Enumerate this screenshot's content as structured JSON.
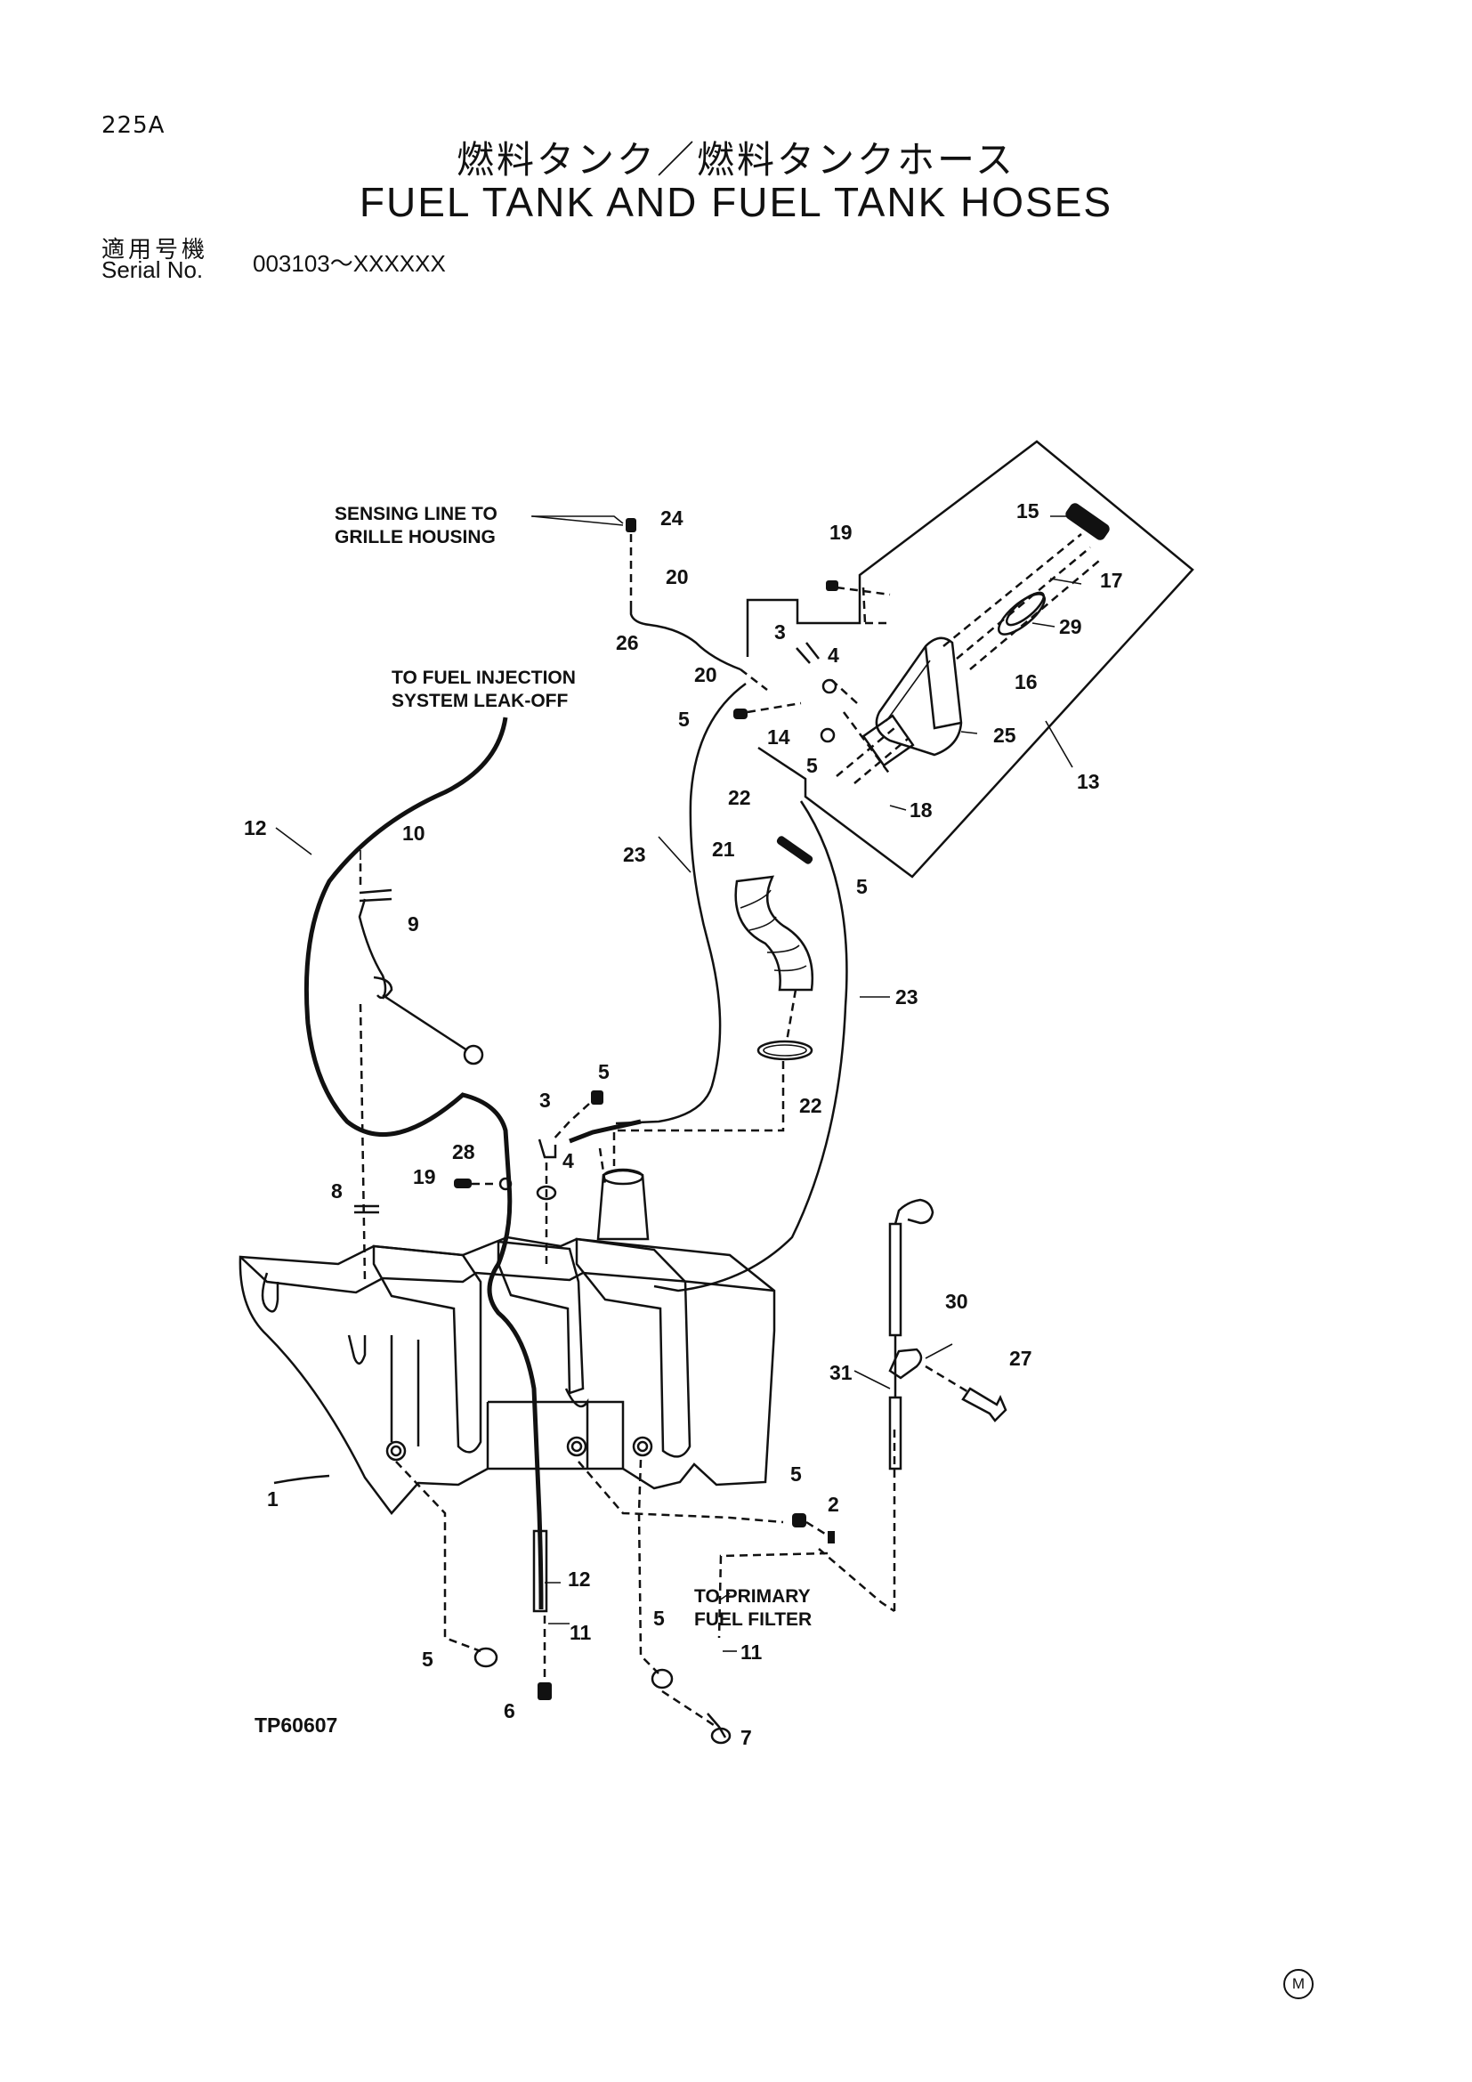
{
  "header": {
    "page_number": "225A",
    "title_ja": "燃料タンク／燃料タンクホース",
    "title_en": "FUEL TANK AND FUEL TANK HOSES",
    "serial_label_ja": "適用号機",
    "serial_label_en": "Serial No.",
    "serial_range": "003103～XXXXXX"
  },
  "callouts": {
    "sensing_line_1": "SENSING LINE TO",
    "sensing_line_2": "GRILLE HOUSING",
    "injection_1": "TO FUEL INJECTION",
    "injection_2": "SYSTEM LEAK-OFF",
    "primary_1": "TO PRIMARY",
    "primary_2": "FUEL FILTER"
  },
  "figure_id": "TP60607",
  "corner_mark": "M",
  "part_numbers": {
    "p1": "1",
    "p2": "2",
    "p3a": "3",
    "p3b": "3",
    "p4a": "4",
    "p4b": "4",
    "p5a": "5",
    "p5b": "5",
    "p5c": "5",
    "p5d": "5",
    "p5e": "5",
    "p5f": "5",
    "p5g": "5",
    "p6": "6",
    "p7": "7",
    "p8": "8",
    "p9": "9",
    "p10": "10",
    "p11a": "11",
    "p11b": "11",
    "p12a": "12",
    "p12b": "12",
    "p13": "13",
    "p14": "14",
    "p15": "15",
    "p16": "16",
    "p17": "17",
    "p18": "18",
    "p19a": "19",
    "p19b": "19",
    "p20a": "20",
    "p20b": "20",
    "p21": "21",
    "p22a": "22",
    "p22b": "22",
    "p23a": "23",
    "p23b": "23",
    "p24": "24",
    "p25": "25",
    "p26": "26",
    "p27": "27",
    "p28": "28",
    "p29": "29",
    "p30": "30",
    "p31": "31"
  }
}
